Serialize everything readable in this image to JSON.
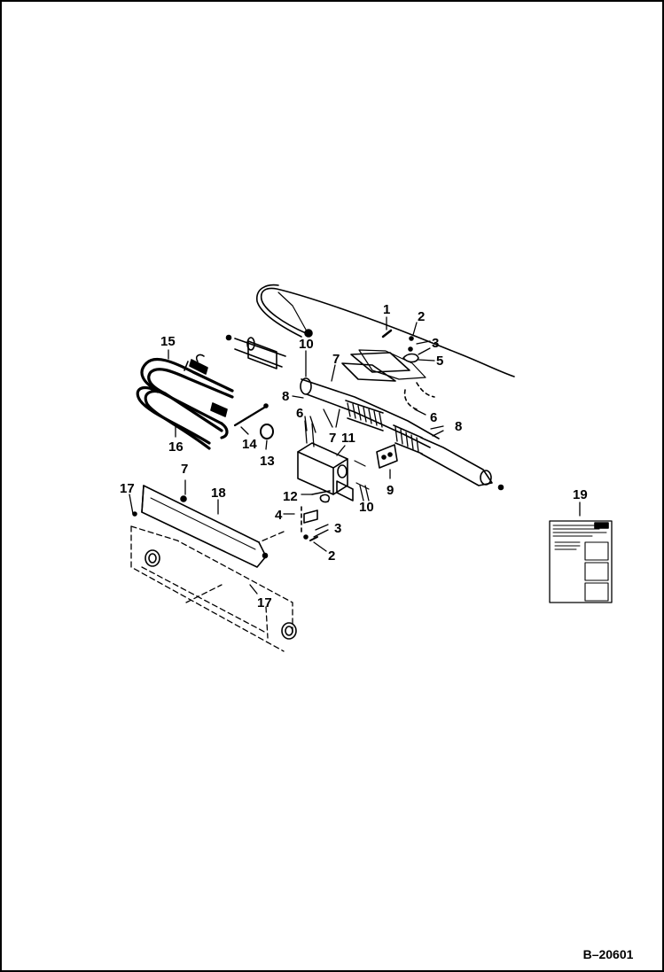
{
  "diagram": {
    "reference_code": "B–20601",
    "callouts": [
      "1",
      "2",
      "3",
      "5",
      "10",
      "7",
      "8",
      "6",
      "7",
      "6",
      "11",
      "8",
      "9",
      "10",
      "12",
      "4",
      "3",
      "2",
      "15",
      "16",
      "14",
      "13",
      "17",
      "7",
      "18",
      "17",
      "19"
    ]
  }
}
